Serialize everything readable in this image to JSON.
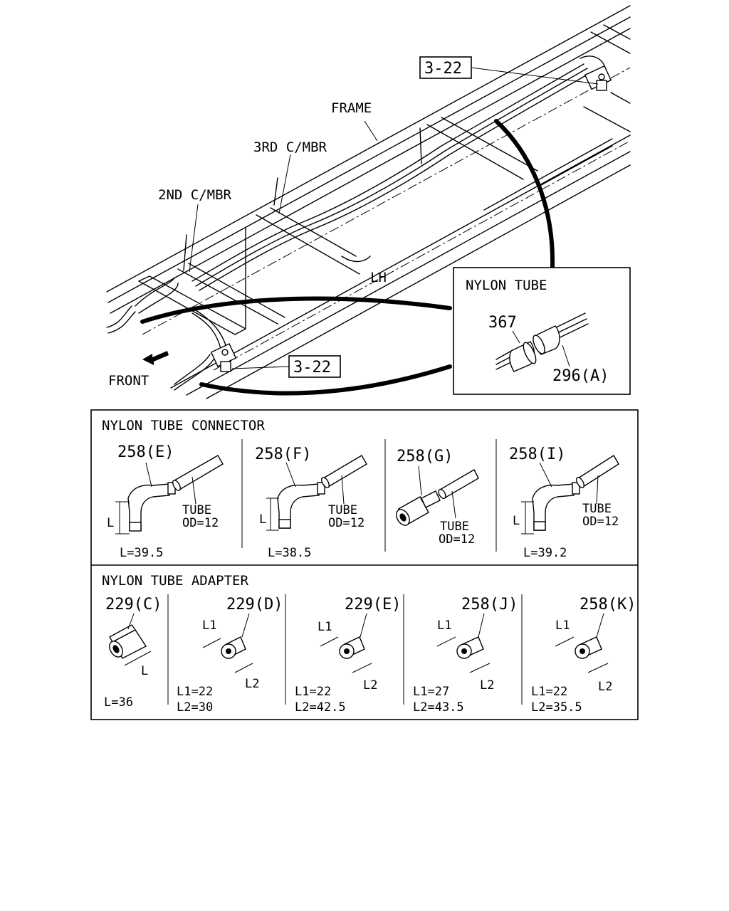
{
  "overview": {
    "frame_label": "FRAME",
    "third_crossmember_label": "3RD C/MBR",
    "second_crossmember_label": "2ND C/MBR",
    "side_label": "LH",
    "front_label": "FRONT",
    "ref_top": "3-22",
    "ref_bottom": "3-22"
  },
  "nylon_tube_detail": {
    "title": "NYLON TUBE",
    "part_a": "367",
    "part_b": "296(A)"
  },
  "connector_section": {
    "title": "NYLON TUBE CONNECTOR",
    "items": [
      {
        "part": "258(E)",
        "tube": "TUBE",
        "od": "OD=12",
        "dim_label": "L",
        "length": "L=39.5"
      },
      {
        "part": "258(F)",
        "tube": "TUBE",
        "od": "OD=12",
        "dim_label": "L",
        "length": "L=38.5"
      },
      {
        "part": "258(G)",
        "tube": "TUBE",
        "od": "OD=12",
        "dim_label": "",
        "length": ""
      },
      {
        "part": "258(I)",
        "tube": "TUBE",
        "od": "OD=12",
        "dim_label": "L",
        "length": "L=39.2"
      }
    ]
  },
  "adapter_section": {
    "title": "NYLON TUBE ADAPTER",
    "items": [
      {
        "part": "229(C)",
        "dim1": "L",
        "dim2": "",
        "value1": "L=36",
        "value2": ""
      },
      {
        "part": "229(D)",
        "dim1": "L1",
        "dim2": "L2",
        "value1": "L1=22",
        "value2": "L2=30"
      },
      {
        "part": "229(E)",
        "dim1": "L1",
        "dim2": "L2",
        "value1": "L1=22",
        "value2": "L2=42.5"
      },
      {
        "part": "258(J)",
        "dim1": "L1",
        "dim2": "L2",
        "value1": "L1=27",
        "value2": "L2=43.5"
      },
      {
        "part": "258(K)",
        "dim1": "L1",
        "dim2": "L2",
        "value1": "L1=22",
        "value2": "L2=35.5"
      }
    ]
  }
}
